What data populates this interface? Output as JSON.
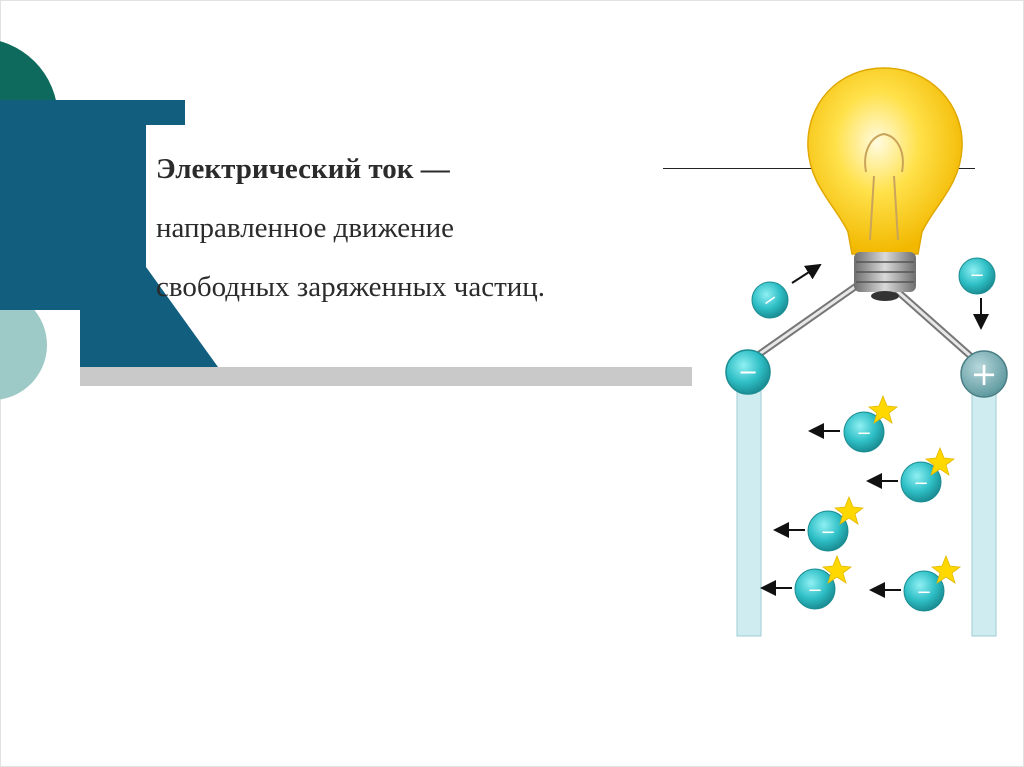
{
  "slide": {
    "term": "Электрический ток —",
    "definition_line1": "направленное движение",
    "definition_line2": "свободных заряженных частиц."
  },
  "diagram": {
    "negative_sign": "−",
    "positive_sign": "+"
  },
  "colors": {
    "teal_dark": "#0e6a5d",
    "blue_dark": "#115e7e",
    "teal_light": "#9dc9c6",
    "gray_bar": "#c9c9c9",
    "particle": "#2fbfc6",
    "electrode": "#cfecf0",
    "bulb": "#ffd42a"
  }
}
